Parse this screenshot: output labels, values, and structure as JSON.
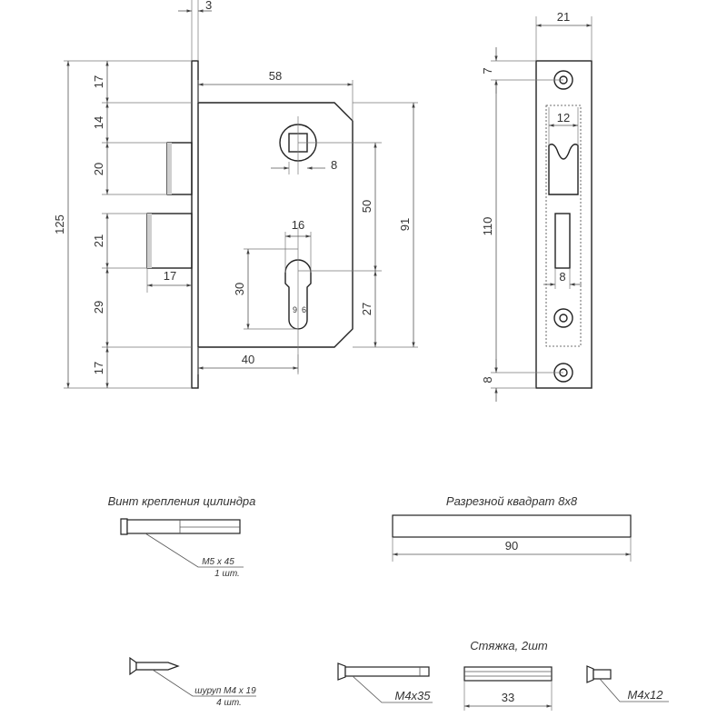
{
  "lock_body": {
    "dims": {
      "faceplate_thickness": "3",
      "backset": "58",
      "overall_height": "125",
      "top_seg": "17",
      "seg_14": "14",
      "latch_seg": "20",
      "deadbolt_seg": "21",
      "seg_29": "29",
      "bottom_seg": "17",
      "bolt_projection": "17",
      "spindle_square": "8",
      "centre_distance": "50",
      "body_height": "91",
      "cylinder_width": "16",
      "cylinder_height": "30",
      "cylinder_hole_a": "9",
      "cylinder_hole_b": "6",
      "cylinder_to_bottom": "27",
      "cylinder_backset": "40"
    }
  },
  "faceplate": {
    "dims": {
      "width": "21",
      "hole_offset_top": "7",
      "slot_width": "12",
      "holes_distance": "110",
      "bolt_slot_width": "8",
      "hole_offset_bottom": "8"
    }
  },
  "accessories": {
    "cylinder_screw": {
      "caption": "Винт крепления цилиндра",
      "size": "M5 x 45",
      "qty": "1 шт."
    },
    "square_spindle": {
      "caption": "Разрезной квадрат 8х8",
      "length": "90"
    },
    "wood_screw": {
      "size": "шуруп M4 x 19",
      "qty": "4 шт."
    },
    "bolt_m4x35": {
      "size": "M4x35"
    },
    "tie": {
      "caption": "Стяжка, 2шт",
      "length": "33"
    },
    "bolt_m4x12": {
      "size": "M4x12"
    }
  }
}
